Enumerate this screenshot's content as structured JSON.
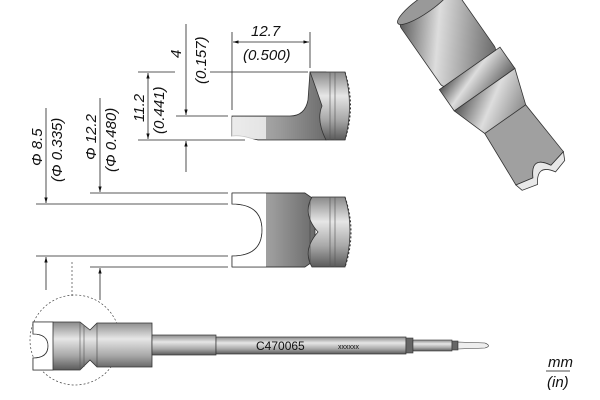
{
  "dimensions": {
    "width_mm": "12.7",
    "width_in": "(0.500)",
    "slot_mm": "4",
    "slot_in": "(0.157)",
    "height_mm": "11.2",
    "height_in": "(0.441)",
    "inner_dia_mm": "Φ 8.5",
    "inner_dia_in": "(Φ 0.335)",
    "outer_dia_mm": "Φ 12.2",
    "outer_dia_in": "(Φ 0.480)"
  },
  "part": {
    "number": "C470065",
    "marking": "xxxxxx"
  },
  "units": {
    "primary": "mm",
    "secondary": "(in)"
  },
  "colors": {
    "metal_dark": "#6e6e6e",
    "metal_light": "#d8d8d8"
  }
}
